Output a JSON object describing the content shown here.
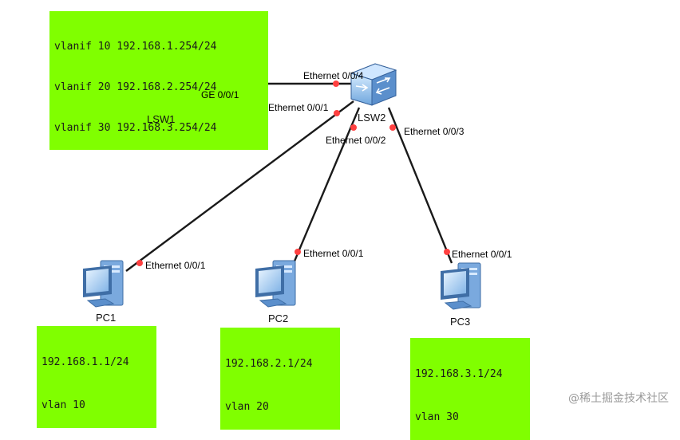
{
  "lsw1_config": [
    "vlanif 10 192.168.1.254/24",
    "vlanif 20 192.168.2.254/24",
    "vlanif 30 192.168.3.254/24"
  ],
  "devices": {
    "lsw1": "LSW1",
    "lsw2": "LSW2",
    "pc1": "PC1",
    "pc2": "PC2",
    "pc3": "PC3"
  },
  "ports": {
    "lsw1_ge": "GE 0/0/1",
    "lsw2_e4": "Ethernet 0/0/4",
    "lsw2_e1": "Ethernet 0/0/1",
    "lsw2_e2": "Ethernet 0/0/2",
    "lsw2_e3": "Ethernet 0/0/3",
    "pc1_e1": "Ethernet 0/0/1",
    "pc2_e1": "Ethernet 0/0/1",
    "pc3_e1": "Ethernet 0/0/1"
  },
  "pc_config": {
    "pc1": [
      "192.168.1.1/24",
      "vlan 10"
    ],
    "pc2": [
      "192.168.2.1/24",
      "vlan 20"
    ],
    "pc3": [
      "192.168.3.1/24",
      "vlan 30"
    ]
  },
  "watermark": "@稀土掘金技术社区",
  "colors": {
    "note_bg": "#80ff00",
    "port_dot": "#ff4040",
    "link": "#1a1a1a"
  }
}
